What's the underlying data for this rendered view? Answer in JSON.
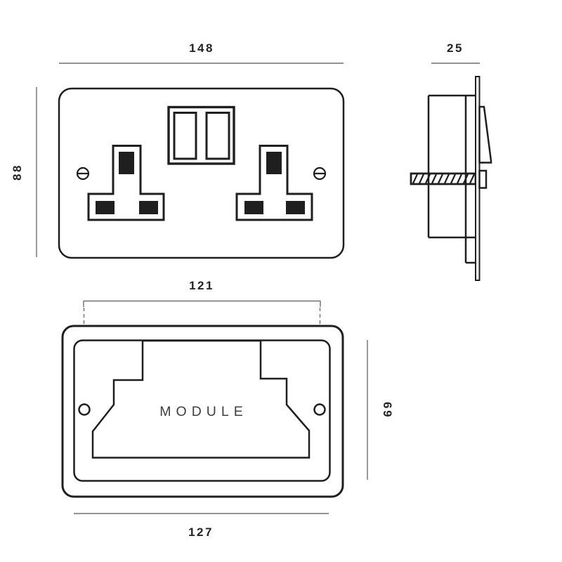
{
  "front_view": {
    "width_dim": "148",
    "height_dim": "88"
  },
  "side_view": {
    "depth_dim": "25"
  },
  "module_view": {
    "hole_spacing_dim": "121",
    "height_dim": "69",
    "width_dim": "127",
    "label": "MODULE"
  },
  "colors": {
    "object_line": "#1f1f1f",
    "dimension_line": "#707070",
    "dimension_text": "#242424",
    "module_text": "#3f3f3f",
    "background": "#ffffff"
  }
}
